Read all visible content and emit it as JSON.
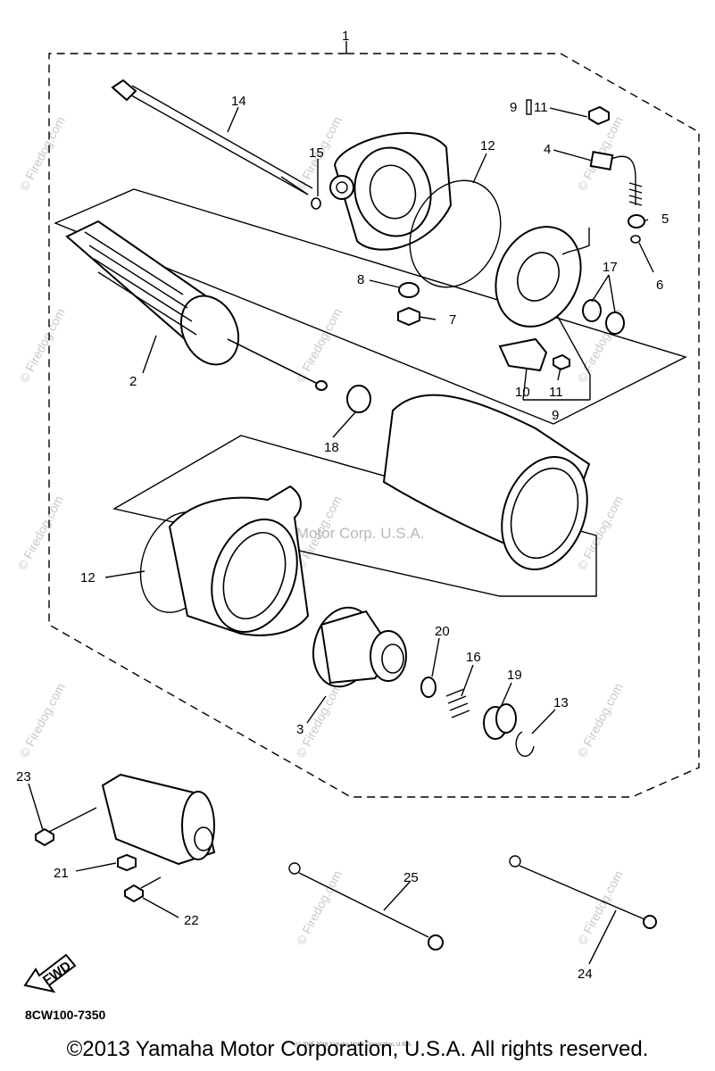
{
  "diagram": {
    "callouts": {
      "c1": "1",
      "c2": "2",
      "c3": "3",
      "c4": "4",
      "c5": "5",
      "c6": "6",
      "c7": "7",
      "c8": "8",
      "c9a": "9",
      "c9b": "9",
      "c10": "10",
      "c11a": "11",
      "c11b": "11",
      "c12a": "12",
      "c12b": "12",
      "c13": "13",
      "c14": "14",
      "c15": "15",
      "c16": "16",
      "c17": "17",
      "c18": "18",
      "c19": "19",
      "c20": "20",
      "c21": "21",
      "c22": "22",
      "c23": "23",
      "c24": "24",
      "c25": "25"
    },
    "watermark_center": "Yamaha Motor Corp. U.S.A.",
    "watermark_site": "© Firedog.com",
    "fwd_label": "FWD",
    "diagram_code": "8CW100-7350",
    "tiny_credit": "(c) 2005-2016 Yamaha Motor Corporation, U.S.A.",
    "copyright": "©2013 Yamaha Motor Corporation, U.S.A. All rights reserved."
  }
}
